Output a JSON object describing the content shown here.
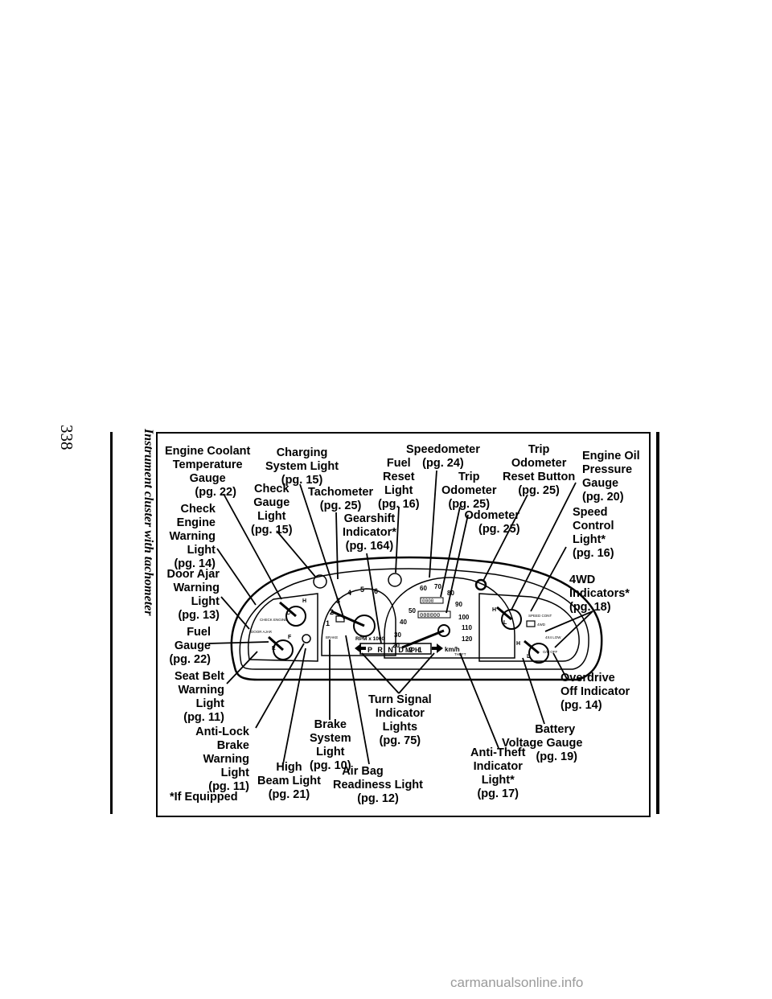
{
  "page_number": "338",
  "side_caption": "Instrument cluster with tachometer",
  "footnote": "*If Equipped",
  "watermark": "carmanualsonline.info",
  "callouts": {
    "engine_coolant": [
      "Engine Coolant",
      "Temperature",
      "Gauge",
      "(pg. 22)"
    ],
    "charging": [
      "Charging",
      "System Light",
      "(pg. 15)"
    ],
    "check_gauge": [
      "Check",
      "Gauge",
      "Light",
      "(pg. 15)"
    ],
    "tachometer": [
      "Tachometer",
      "(pg. 25)"
    ],
    "fuel_reset": [
      "Fuel",
      "Reset",
      "Light",
      "(pg. 16)"
    ],
    "speedometer": [
      "Speedometer",
      "(pg. 24)"
    ],
    "trip_odometer": [
      "Trip",
      "Odometer",
      "(pg. 25)"
    ],
    "trip_reset": [
      "Trip",
      "Odometer",
      "Reset Button",
      "(pg. 25)"
    ],
    "engine_oil": [
      "Engine Oil",
      "Pressure",
      "Gauge",
      "(pg. 20)"
    ],
    "check_engine": [
      "Check",
      "Engine",
      "Warning",
      "Light",
      "(pg. 14)"
    ],
    "gearshift": [
      "Gearshift",
      "Indicator*",
      "(pg. 164)"
    ],
    "odometer": [
      "Odometer",
      "(pg. 25)"
    ],
    "speed_control": [
      "Speed",
      "Control",
      "Light*",
      "(pg. 16)"
    ],
    "door_ajar": [
      "Door Ajar",
      "Warning",
      "Light",
      "(pg. 13)"
    ],
    "fwd": [
      "4WD",
      "Indicators*",
      "(pg. 18)"
    ],
    "fuel_gauge": [
      "Fuel",
      "Gauge",
      "(pg. 22)"
    ],
    "seat_belt": [
      "Seat Belt",
      "Warning",
      "Light",
      "(pg. 11)"
    ],
    "overdrive": [
      "Overdrive",
      "Off Indicator",
      "(pg. 14)"
    ],
    "turn_signal": [
      "Turn Signal",
      "Indicator",
      "Lights",
      "(pg. 75)"
    ],
    "brake": [
      "Brake",
      "System",
      "Light",
      "(pg. 10)"
    ],
    "battery": [
      "Battery",
      "Voltage Gauge",
      "(pg. 19)"
    ],
    "antilock": [
      "Anti-Lock",
      "Brake",
      "Warning",
      "Light",
      "(pg. 11)"
    ],
    "high_beam": [
      "High",
      "Beam Light",
      "(pg. 21)"
    ],
    "airbag": [
      "Air Bag",
      "Readiness Light",
      "(pg. 12)"
    ],
    "antitheft": [
      "Anti-Theft",
      "Indicator",
      "Light*",
      "(pg. 17)"
    ]
  },
  "cluster": {
    "tach_numbers": [
      "1",
      "2",
      "3",
      "4",
      "5",
      "6"
    ],
    "tach_unit": "RPM x 1000",
    "speed_numbers": [
      "20",
      "30",
      "40",
      "50",
      "60",
      "70",
      "80",
      "90",
      "100",
      "110",
      "120"
    ],
    "speed_unit": "MPH",
    "metric_unit": "km/h",
    "gear_letters": "P R N D 2 1",
    "odometer_digits": "000000",
    "trip_digits": "0000",
    "check_engine_text": "CHECK ENGINE",
    "door_ajar_text": "DOOR AJAR",
    "brake_text": "BRAKE",
    "theft_text": "THEFT",
    "speed_cont_text": "SPEED CONT",
    "fwd_text": "4WD",
    "low_text": "4X4 LOW",
    "od_off_text": "O/D OFF",
    "gauge_c": "C",
    "gauge_h": "H",
    "gauge_e": "E",
    "gauge_f": "F",
    "gauge_l": "L"
  }
}
